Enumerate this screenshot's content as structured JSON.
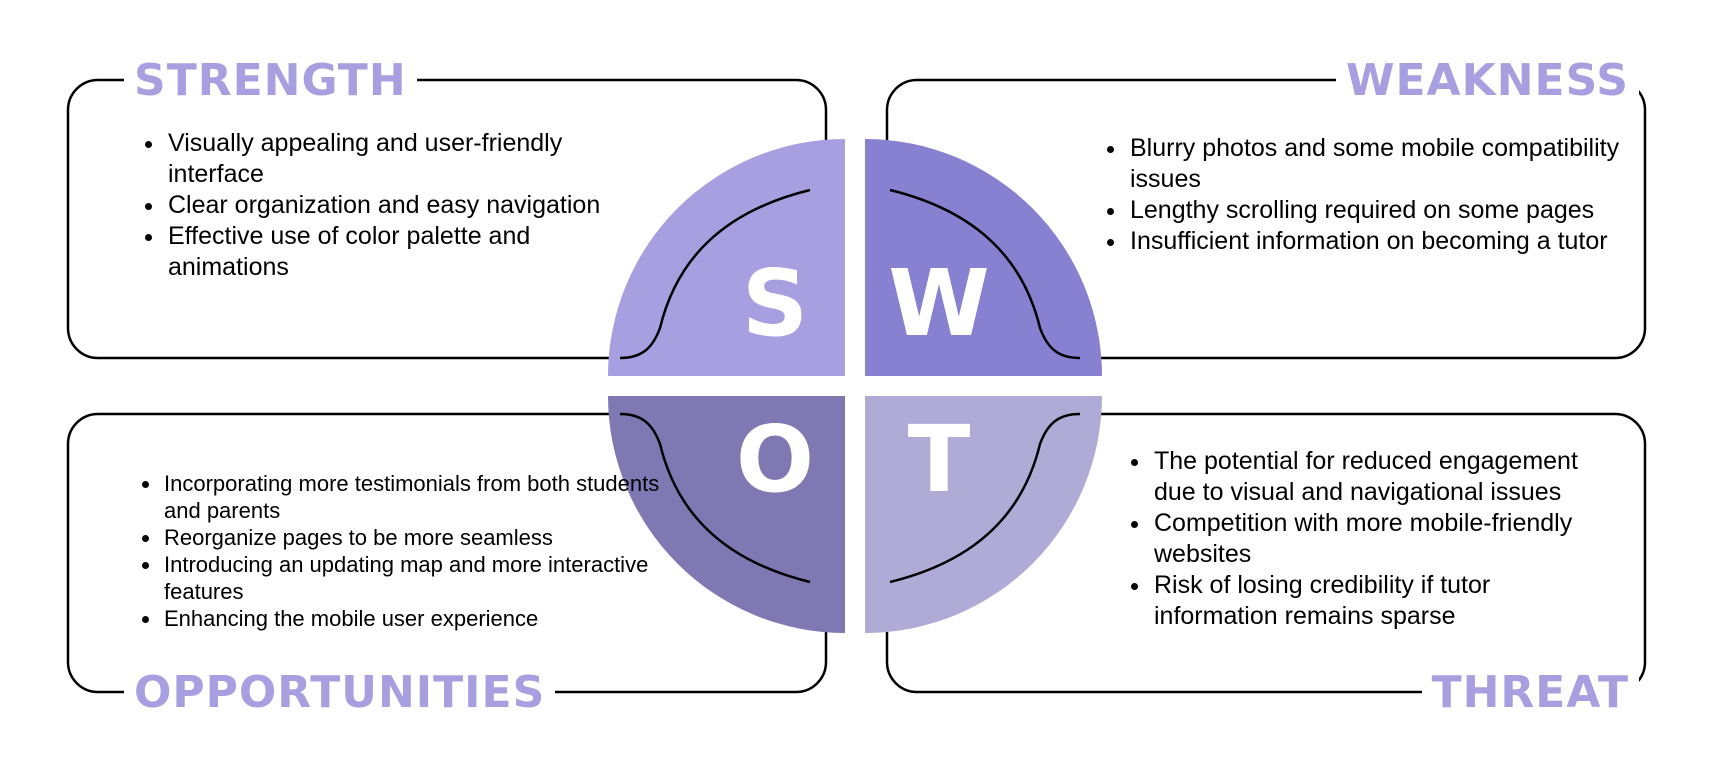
{
  "colors": {
    "accent": "#a79fe0",
    "s_quadrant": "#a79fe0",
    "w_quadrant": "#8880d0",
    "o_quadrant": "#8078b3",
    "t_quadrant": "#b0aad6",
    "outline": "#000000"
  },
  "strength": {
    "title": "STRENGTH",
    "letter": "S",
    "items": [
      "Visually appealing and user-friendly interface",
      "Clear organization and easy navigation",
      "Effective use of color palette and animations"
    ]
  },
  "weakness": {
    "title": "WEAKNESS",
    "letter": "W",
    "items": [
      "Blurry photos and some mobile compatibility issues",
      "Lengthy scrolling required on some pages",
      "Insufficient information on becoming a tutor"
    ]
  },
  "opportunities": {
    "title": "OPPORTUNITIES",
    "letter": "O",
    "items": [
      "Incorporating more testimonials from both students and parents",
      "Reorganize pages to be more seamless",
      "Introducing an updating map and more interactive features",
      "Enhancing the mobile user experience"
    ]
  },
  "threat": {
    "title": "THREAT",
    "letter": "T",
    "items": [
      "The potential for reduced engagement due to visual and navigational issues",
      "Competition with more mobile-friendly websites",
      "Risk of losing credibility if tutor information remains sparse"
    ]
  }
}
